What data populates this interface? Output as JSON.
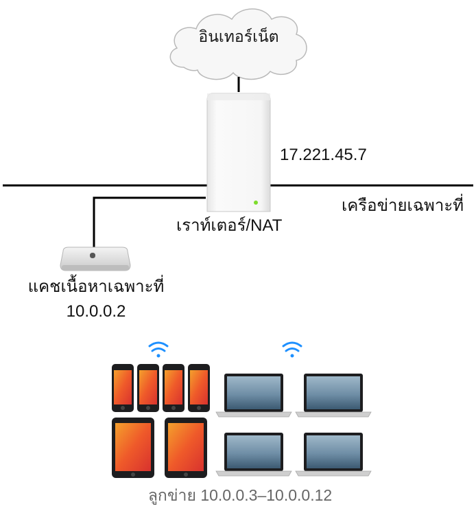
{
  "internet": {
    "label": "อินเทอร์เน็ต"
  },
  "router": {
    "label": "เราท์เตอร์/NAT",
    "public_ip": "17.221.45.7",
    "status_color": "#7ddc2c"
  },
  "network": {
    "label": "เครือข่ายเฉพาะที่"
  },
  "cache": {
    "label": "แคชเนื้อหาเฉพาะที่",
    "ip": "10.0.0.2"
  },
  "clients": {
    "label": "ลูกข่าย 10.0.0.3–10.0.0.12",
    "phones": 4,
    "tablets": 2,
    "laptops": 4,
    "wifi_color": "#1e90ff",
    "icons": [
      "wifi-icon",
      "iphone-icon",
      "ipad-icon",
      "macbook-icon"
    ]
  }
}
